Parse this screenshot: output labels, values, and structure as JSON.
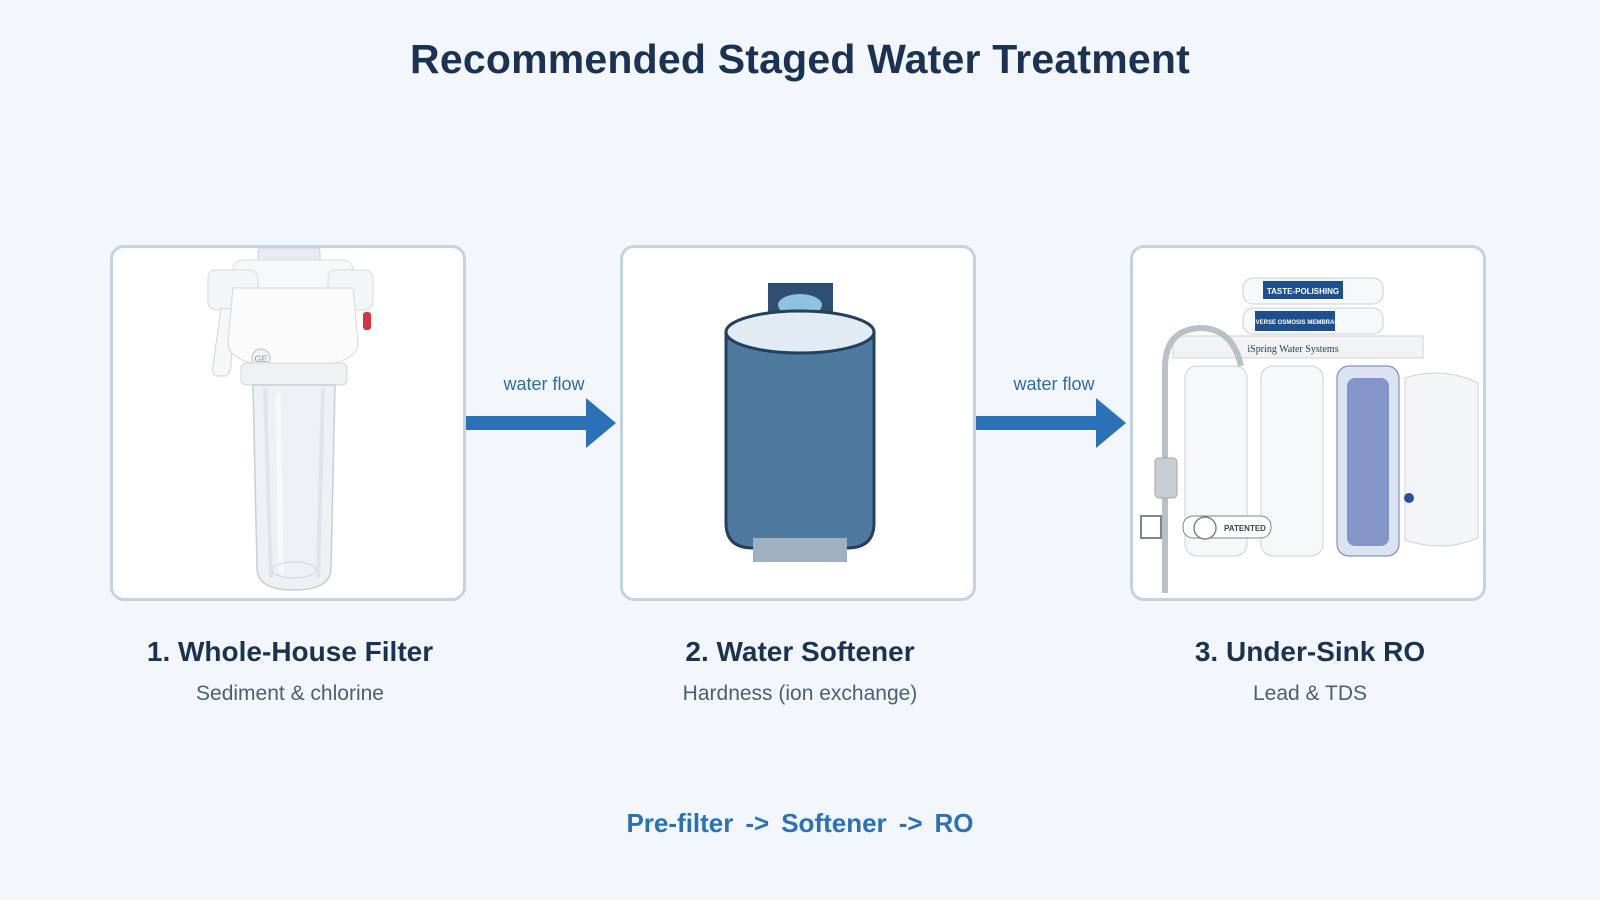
{
  "title": "Recommended Staged Water Treatment",
  "flow_label": "water flow",
  "stages": [
    {
      "title": "1. Whole-House Filter",
      "description": "Sediment & chlorine",
      "image_icon": "whole-house-filter-icon",
      "logo_text": "GE"
    },
    {
      "title": "2. Water Softener",
      "description": "Hardness (ion exchange)",
      "image_icon": "water-softener-tank-icon"
    },
    {
      "title": "3. Under-Sink RO",
      "description": "Lead & TDS",
      "image_icon": "reverse-osmosis-system-icon",
      "label_top": "TASTE-POLISHING",
      "label_membrane": "REVERSE OSMOSIS MEMBRANE",
      "brand_text": "iSpring Water Systems",
      "badge_text": "PATENTED"
    }
  ],
  "summary": {
    "step1": "Pre-filter",
    "sep": "->",
    "step2": "Softener",
    "step3": "RO"
  },
  "colors": {
    "title": "#1b3352",
    "accent": "#2a72b5",
    "arrow": "#2a72b5",
    "card_border": "#c3d3e2",
    "softener_body": "#4f7aa0"
  }
}
